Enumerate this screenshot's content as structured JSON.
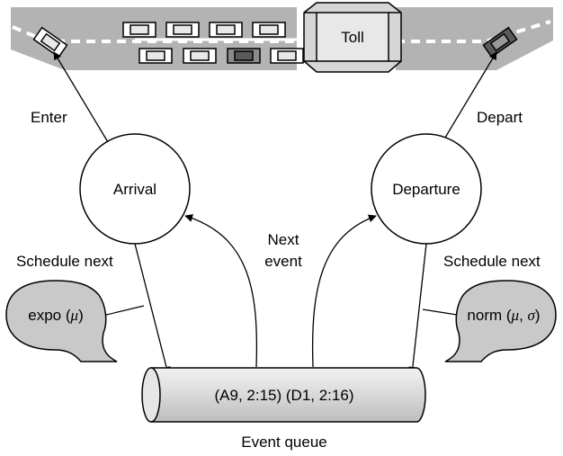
{
  "toll_booth": {
    "label": "Toll"
  },
  "road_labels": {
    "enter": "Enter",
    "depart": "Depart"
  },
  "nodes": {
    "arrival": "Arrival",
    "departure": "Departure"
  },
  "edge_labels": {
    "schedule_next_left": "Schedule next",
    "schedule_next_right": "Schedule next",
    "next_event_line1": "Next",
    "next_event_line2": "event"
  },
  "distributions": {
    "left": {
      "prefix": "expo (",
      "param": "μ",
      "suffix": ")"
    },
    "right": {
      "prefix": "norm (",
      "param1": "μ",
      "sep": ", ",
      "param2": "σ",
      "suffix": ")"
    }
  },
  "queue": {
    "contents": "(A9, 2:15) (D1, 2:16)",
    "caption": "Event queue"
  },
  "colors": {
    "road": "#b3b3b3",
    "lane_marks": "#ffffff",
    "bubble_fill": "#c9c9c9",
    "queue_fill": "#e0e0e0",
    "toll_fill": "#d6d6d6"
  }
}
